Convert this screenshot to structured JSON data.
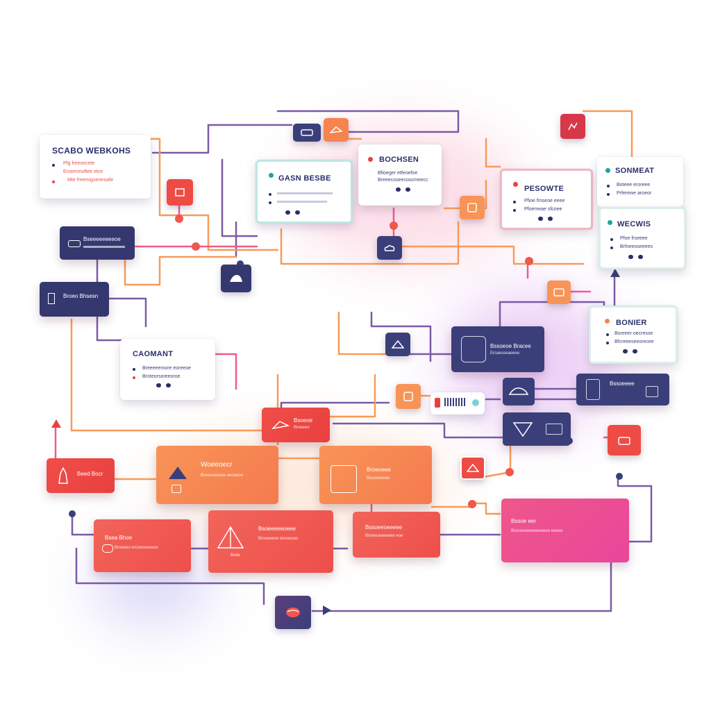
{
  "colors": {
    "navy": "#3a3f7a",
    "orange": "#f6844f",
    "coral": "#f0574f",
    "red": "#e8403f",
    "pink": "#ef4f8f",
    "purple": "#6a4fa0",
    "teal": "#1fa3a0",
    "wire_orange": "#f79a5a",
    "wire_purple": "#7a5aa6",
    "wire_pink": "#ef5b8a"
  },
  "cards": {
    "scabo": {
      "title": "SCABO WEBKOHS",
      "line1": "Pfg freesecete",
      "line2": "Eroommoftee etce",
      "line3": "Mte freemigsemroafe"
    },
    "gasn": {
      "title": "GASN BESBE"
    },
    "bochsen": {
      "title": "BOCHSEN",
      "line1": "Bfioeger etfeoefoe",
      "line2": "Breeecoseecoocmeecc"
    },
    "pesowte": {
      "title": "PESOWTE",
      "line1": "Pfioe fmseoe eeee",
      "line2": "Pfoemeae sfcoee"
    },
    "sonmeat": {
      "title": "SONMEAT",
      "line1": "Boteee eroreee",
      "line2": "Prferewe aroeor"
    },
    "wecwis": {
      "title": "WECWIS",
      "line1": "Pfoe frseeee",
      "line2": "Brfoeeoseeees"
    },
    "bonier": {
      "title": "BONIER",
      "line1": "Boreeer oecresse",
      "line2": "Bfcreeeseeorecee"
    },
    "comant": {
      "title": "CAOMANT",
      "line1": "Breeeeemore eoreeoe",
      "line2": "Broteorsoreeoroe"
    }
  },
  "blocks": {
    "navy1": {
      "label": "Bseeeeeeeeoe"
    },
    "navy2": {
      "label": "Broeo Bhsesn"
    },
    "navy3": {
      "label": "Bssoeoe Bracee",
      "sub": "Ercaeceeaeeee"
    },
    "navy4": {
      "label": "Bssoeeee"
    },
    "red1": {
      "label": "Bsoeoe",
      "sub": "Broeeeo"
    },
    "red2": {
      "label": "Beed Bocr"
    },
    "orange1": {
      "label": "Woeeoecr",
      "sub": "Breeeoeeoee eeoeeoe"
    },
    "orange2": {
      "label": "Broeoeee",
      "sub": "Bssoeeeeee"
    },
    "coral1": {
      "label": "Bsea Bhoe",
      "sub": "Broeeeo ercoeeeeeeoe"
    },
    "coral2": {
      "label": "Bsoeeeeeoeee",
      "sub": "Broeeeeoe eeceeoeo",
      "extra": "Bsde"
    },
    "coral3": {
      "label": "Bssoeeoeeeee",
      "sub": "Broeeoeeeeeee eoe"
    },
    "pink1": {
      "label": "Bssoe eer",
      "sub": "Breoeeeeeeeeeeeee eeeee"
    }
  },
  "icons": {
    "i1": "rocket-icon",
    "i2": "bird-icon",
    "i3": "chart-icon",
    "i4": "tag-icon",
    "i5": "box-icon",
    "i6": "cloud-icon",
    "i7": "gift-icon",
    "i8": "hand-icon",
    "i9": "car-icon",
    "i10": "briefcase-icon",
    "i11": "pie-icon",
    "i12": "card-icon"
  }
}
